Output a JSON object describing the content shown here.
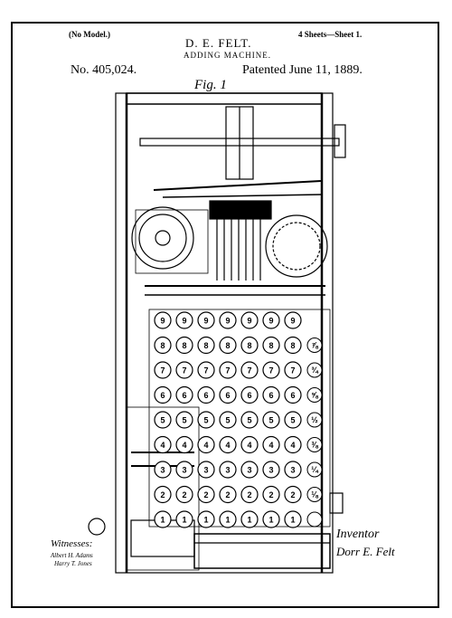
{
  "header": {
    "model_note": "(No Model.)",
    "sheets": "4 Sheets—Sheet 1.",
    "inventor_name": "D. E. FELT.",
    "title": "ADDING MACHINE.",
    "patent_number": "No. 405,024.",
    "patent_date": "Patented June 11, 1889."
  },
  "drawing": {
    "figure_label": "Fig. 1",
    "keyboard_rows": [
      "9",
      "8",
      "7",
      "6",
      "5",
      "4",
      "3",
      "2",
      "1"
    ],
    "fraction_keys": [
      "⅞",
      "¾",
      "⅝",
      "½",
      "⅜",
      "¼",
      "⅛"
    ],
    "columns": 7
  },
  "signatures": {
    "inventor_label": "Inventor",
    "inventor_signature": "Dorr E. Felt",
    "witnesses_label": "Witnesses:",
    "witness_1": "Albert H. Adams",
    "witness_2": "Harry T. Jones"
  },
  "colors": {
    "ink": "#000000",
    "paper": "#ffffff"
  }
}
